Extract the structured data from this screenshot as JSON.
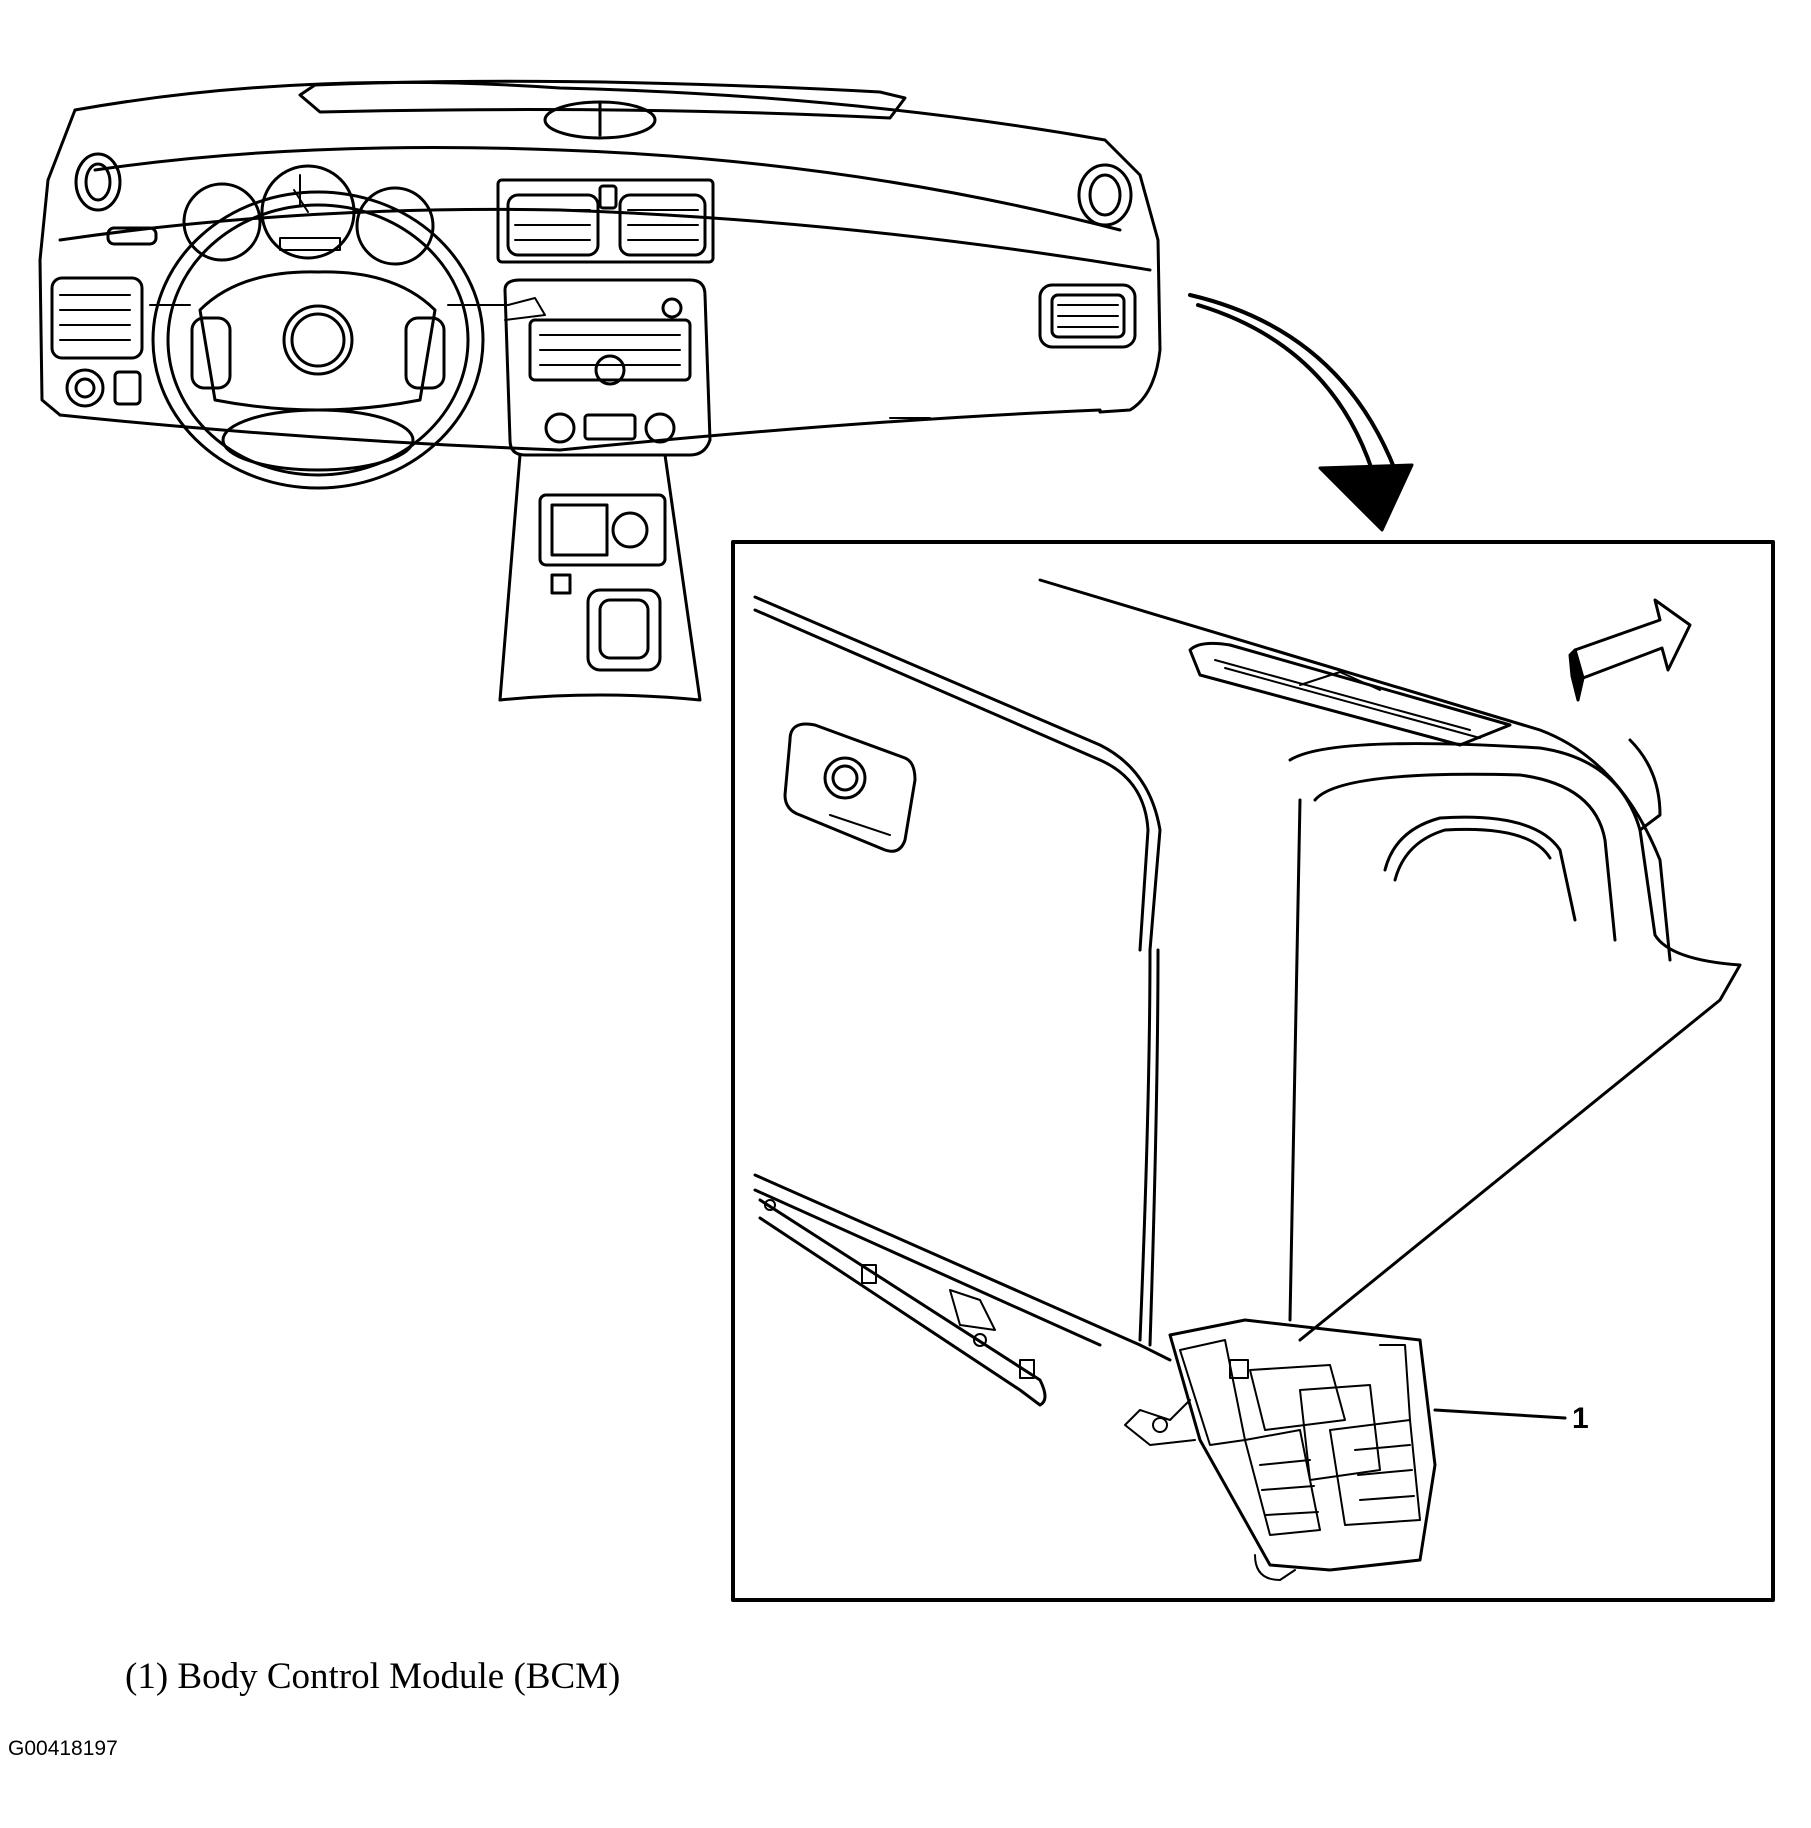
{
  "callouts": [
    {
      "number": "1",
      "part": "Body Control Module (BCM)"
    }
  ],
  "legend": {
    "text": "(1) Body Control Module (BCM)"
  },
  "figure_id": "G00418197"
}
